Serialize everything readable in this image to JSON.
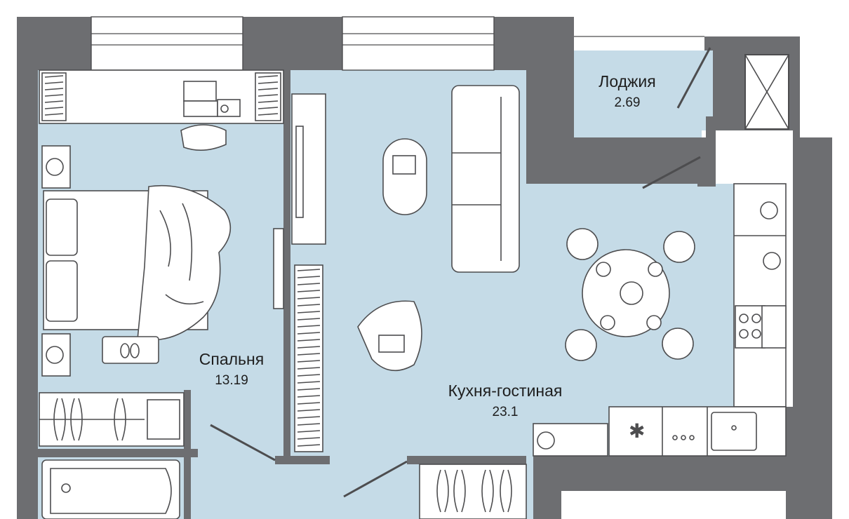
{
  "plan": {
    "colors": {
      "floor": "#c5dbe7",
      "wall": "#6d6e71",
      "line": "#4d4d4f",
      "furniture": "#ffffff",
      "text": "#1e1e1e"
    },
    "rooms": [
      {
        "id": "loggia",
        "name": "Лоджия",
        "area": "2.69"
      },
      {
        "id": "bedroom",
        "name": "Спальня",
        "area": "13.19"
      },
      {
        "id": "kitchen-living",
        "name": "Кухня-гостиная",
        "area": "23.1"
      }
    ]
  }
}
